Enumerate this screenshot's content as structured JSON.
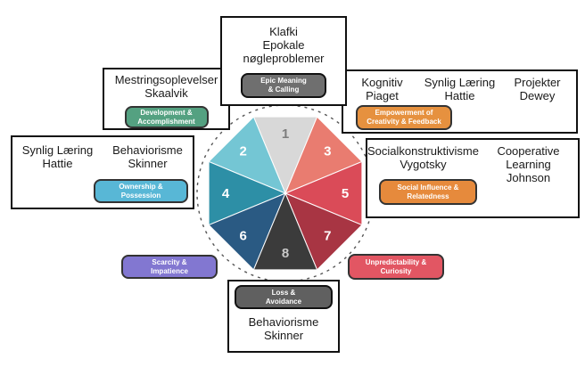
{
  "wheel": {
    "segments": [
      {
        "number": "1",
        "color": "#d8d8d8",
        "number_color": "#7d7d7d"
      },
      {
        "number": "2",
        "color": "#74c6d4",
        "number_color": "#ffffff"
      },
      {
        "number": "3",
        "color": "#e97c70",
        "number_color": "#ffffff"
      },
      {
        "number": "4",
        "color": "#2d8fa6",
        "number_color": "#ffffff"
      },
      {
        "number": "5",
        "color": "#da4b58",
        "number_color": "#ffffff"
      },
      {
        "number": "6",
        "color": "#2a5a83",
        "number_color": "#ffffff"
      },
      {
        "number": "7",
        "color": "#a83543",
        "number_color": "#ffffff"
      },
      {
        "number": "8",
        "color": "#3b3b3b",
        "number_color": "#c9c9c9"
      }
    ]
  },
  "top_box": {
    "title_lines": [
      "Klafki",
      "Epokale",
      "nøgleproblemer"
    ],
    "badge": {
      "line1": "Epic Meaning",
      "line2": "& Calling",
      "bg": "#6f6f6f"
    }
  },
  "upper_left_box": {
    "title_lines": [
      "Mestringsoplevelser",
      "Skaalvik"
    ],
    "badge": {
      "line1": "Development &",
      "line2": "Accomplishment",
      "bg": "#54a181"
    }
  },
  "upper_right_box": {
    "columns": [
      {
        "line1": "Kognitiv",
        "line2": "Piaget"
      },
      {
        "line1": "Synlig Læring",
        "line2": "Hattie"
      },
      {
        "line1": "Projekter",
        "line2": "Dewey"
      }
    ],
    "badge": {
      "line1": "Empowerment of",
      "line2": "Creativity & Feedback",
      "bg": "#e6913f"
    }
  },
  "left_box": {
    "columns": [
      {
        "line1": "Synlig Læring",
        "line2": "Hattie"
      },
      {
        "line1": "Behaviorisme",
        "line2": "Skinner"
      }
    ],
    "badge": {
      "line1": "Ownership &",
      "line2": "Possession",
      "bg": "#58b7d6"
    }
  },
  "right_box": {
    "columns": [
      {
        "line1": "Socialkonstruktivisme",
        "line2": "Vygotsky"
      },
      {
        "line1": "Cooperative",
        "line2": "Learning",
        "line3": "Johnson"
      }
    ],
    "badge": {
      "line1": "Social Influence &",
      "line2": "Relatedness",
      "bg": "#e68a3c"
    }
  },
  "scarcity_badge": {
    "line1": "Scarcity &",
    "line2": "Impatience",
    "bg": "#8277d1"
  },
  "unpredictability_badge": {
    "line1": "Unpredictability &",
    "line2": "Curiosity",
    "bg": "#e25663"
  },
  "bottom_box": {
    "badge": {
      "line1": "Loss &",
      "line2": "Avoidance",
      "bg": "#606060"
    },
    "title_lines": [
      "Behaviorisme",
      "Skinner"
    ]
  }
}
